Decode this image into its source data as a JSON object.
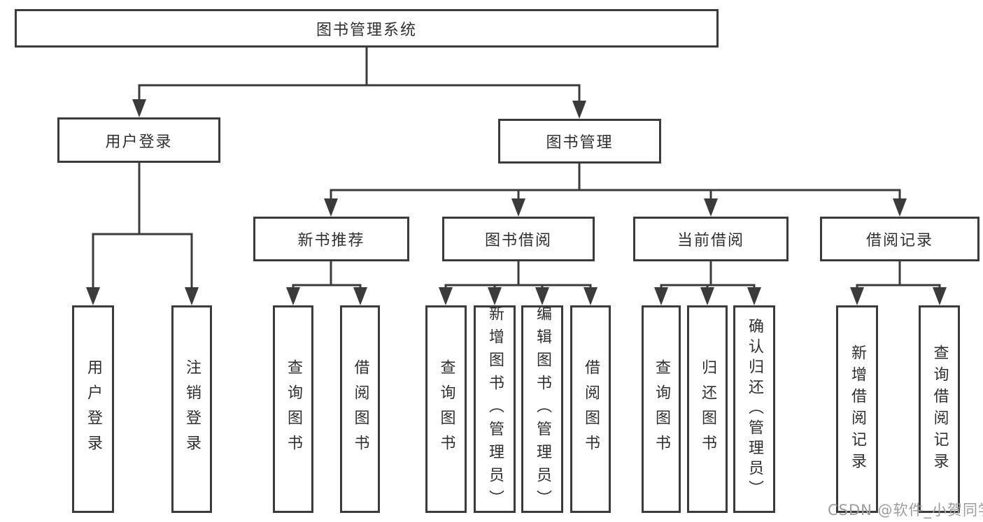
{
  "nodes": {
    "root": "图书管理系统",
    "user_login": "用户登录",
    "book_mgmt": "图书管理",
    "new_book_rec": "新书推荐",
    "book_borrow": "图书借阅",
    "current_borrow": "当前借阅",
    "borrow_record": "借阅记录",
    "leaves": {
      "user_login": [
        "用户登录",
        "注销登录"
      ],
      "new_book_rec": [
        "查询图书",
        "借阅图书"
      ],
      "book_borrow": [
        "查询图书",
        "新增图书（管理员）",
        "编辑图书（管理员）",
        "借阅图书"
      ],
      "current_borrow": [
        "查询图书",
        "归还图书",
        "确认归还（管理员）"
      ],
      "borrow_record": [
        "新增借阅记录",
        "查询借阅记录"
      ]
    }
  },
  "watermark": "CSDN @软件_小贺同学",
  "colors": {
    "line": "#3b3b3b",
    "box_fill": "#ffffff",
    "text": "#2f2f2f",
    "watermark": "#9c9c9c"
  }
}
